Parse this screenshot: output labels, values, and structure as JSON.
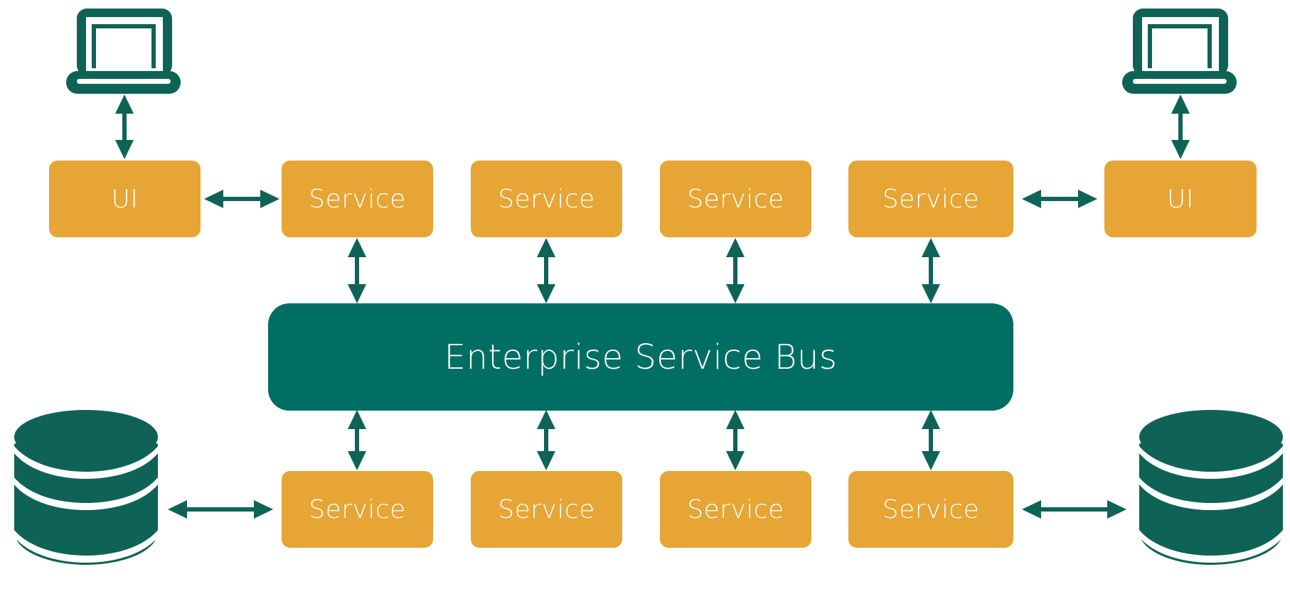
{
  "colors": {
    "service_fill": "#e6a535",
    "bus_fill": "#006e62",
    "icon_fill": "#0e6356",
    "arrow_fill": "#0e6356",
    "text": "#ffffff",
    "background": "#ffffff"
  },
  "icons": {
    "client_left": "laptop-icon",
    "client_right": "laptop-icon",
    "db_left": "database-icon",
    "db_right": "database-icon"
  },
  "ui_left": {
    "label": "UI"
  },
  "ui_right": {
    "label": "UI"
  },
  "top_services": [
    {
      "label": "Service"
    },
    {
      "label": "Service"
    },
    {
      "label": "Service"
    },
    {
      "label": "Service"
    }
  ],
  "bus": {
    "label": "Enterprise Service Bus"
  },
  "bottom_services": [
    {
      "label": "Service"
    },
    {
      "label": "Service"
    },
    {
      "label": "Service"
    },
    {
      "label": "Service"
    }
  ]
}
